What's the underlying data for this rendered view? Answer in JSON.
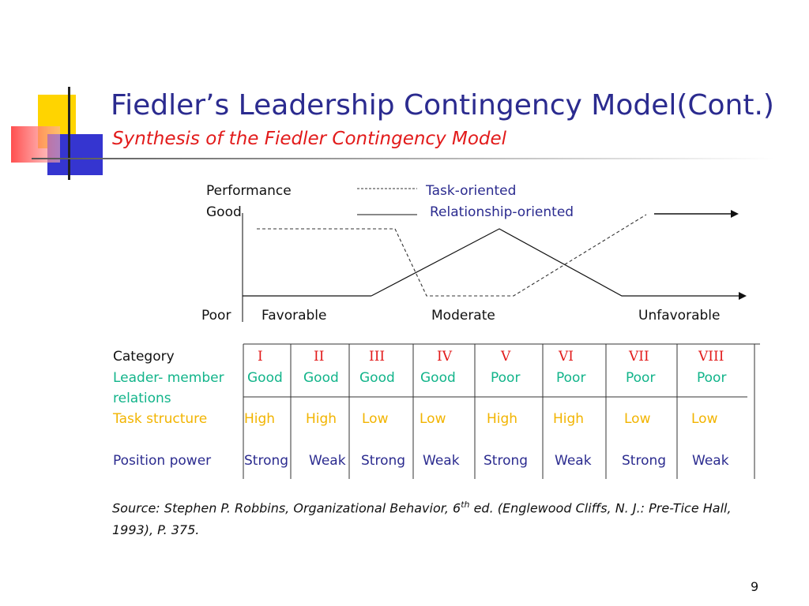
{
  "slide": {
    "title": "Fiedler’s Leadership Contingency Model(Cont.)",
    "subtitle": "Synthesis of the Fiedler Contingency Model",
    "page_number": "9"
  },
  "graph": {
    "y_top_label_1": "Performance",
    "y_top_label_2": "Good",
    "y_bottom_label": "Poor",
    "x_labels": [
      "Favorable",
      "Moderate",
      "Unfavorable"
    ],
    "legend": {
      "task": "Task-oriented",
      "relationship": "Relationship-oriented"
    },
    "colors": {
      "axis": "#333333",
      "legend_text": "#2b2b8f"
    }
  },
  "table": {
    "category_label": "Category",
    "categories": [
      "I",
      "II",
      "III",
      "IV",
      "V",
      "VI",
      "VII",
      "VIII"
    ],
    "rows": [
      {
        "label_line1": "Leader- member",
        "label_line2": "relations",
        "values": [
          "Good",
          "Good",
          "Good",
          "Good",
          "Poor",
          "Poor",
          "Poor",
          "Poor"
        ]
      },
      {
        "label_line1": "Task structure",
        "values": [
          "High",
          "High",
          "Low",
          "Low",
          "High",
          "High",
          "Low",
          "Low"
        ]
      },
      {
        "label_line1": "Position power",
        "values": [
          "Strong",
          "Weak",
          "Strong",
          "Weak",
          "Strong",
          "Weak",
          "Strong",
          "Weak"
        ]
      }
    ],
    "colors": {
      "leader_member": "#12b48a",
      "task_structure": "#f2b400",
      "position_power": "#2b2b8f",
      "category": "#e21a1a"
    }
  },
  "source": {
    "prefix": "Source: Stephen P. Robbins, Organizational Behavior, 6",
    "superscript": "th",
    "suffix": " ed. (Englewood Cliffs, N. J.: Pre-Tice Hall, 1993), P. 375."
  }
}
